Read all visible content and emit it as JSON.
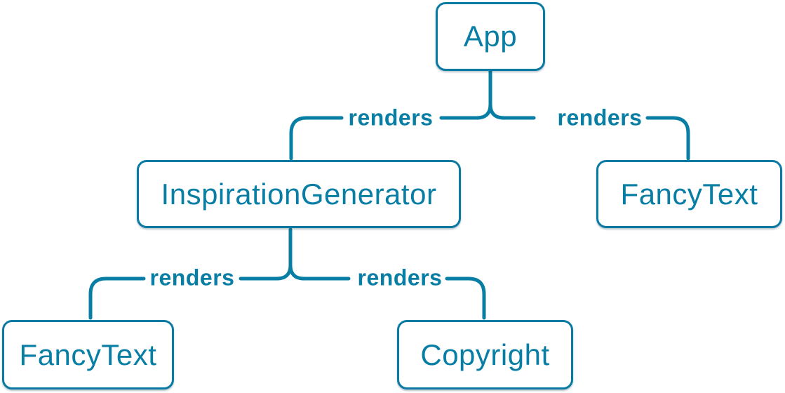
{
  "diagram": {
    "kind": "component-render-tree",
    "accent_color": "#087ea4",
    "node_fill_color": "#ffffff",
    "nodes": [
      {
        "id": "app",
        "label": "App"
      },
      {
        "id": "inspiration-generator",
        "label": "InspirationGenerator"
      },
      {
        "id": "fancy-text-right",
        "label": "FancyText"
      },
      {
        "id": "fancy-text-left",
        "label": "FancyText"
      },
      {
        "id": "copyright",
        "label": "Copyright"
      }
    ],
    "edges": [
      {
        "from": "App",
        "to": "InspirationGenerator",
        "label": "renders"
      },
      {
        "from": "App",
        "to": "FancyText",
        "label": "renders"
      },
      {
        "from": "InspirationGenerator",
        "to": "FancyText",
        "label": "renders"
      },
      {
        "from": "InspirationGenerator",
        "to": "Copyright",
        "label": "renders"
      }
    ]
  }
}
